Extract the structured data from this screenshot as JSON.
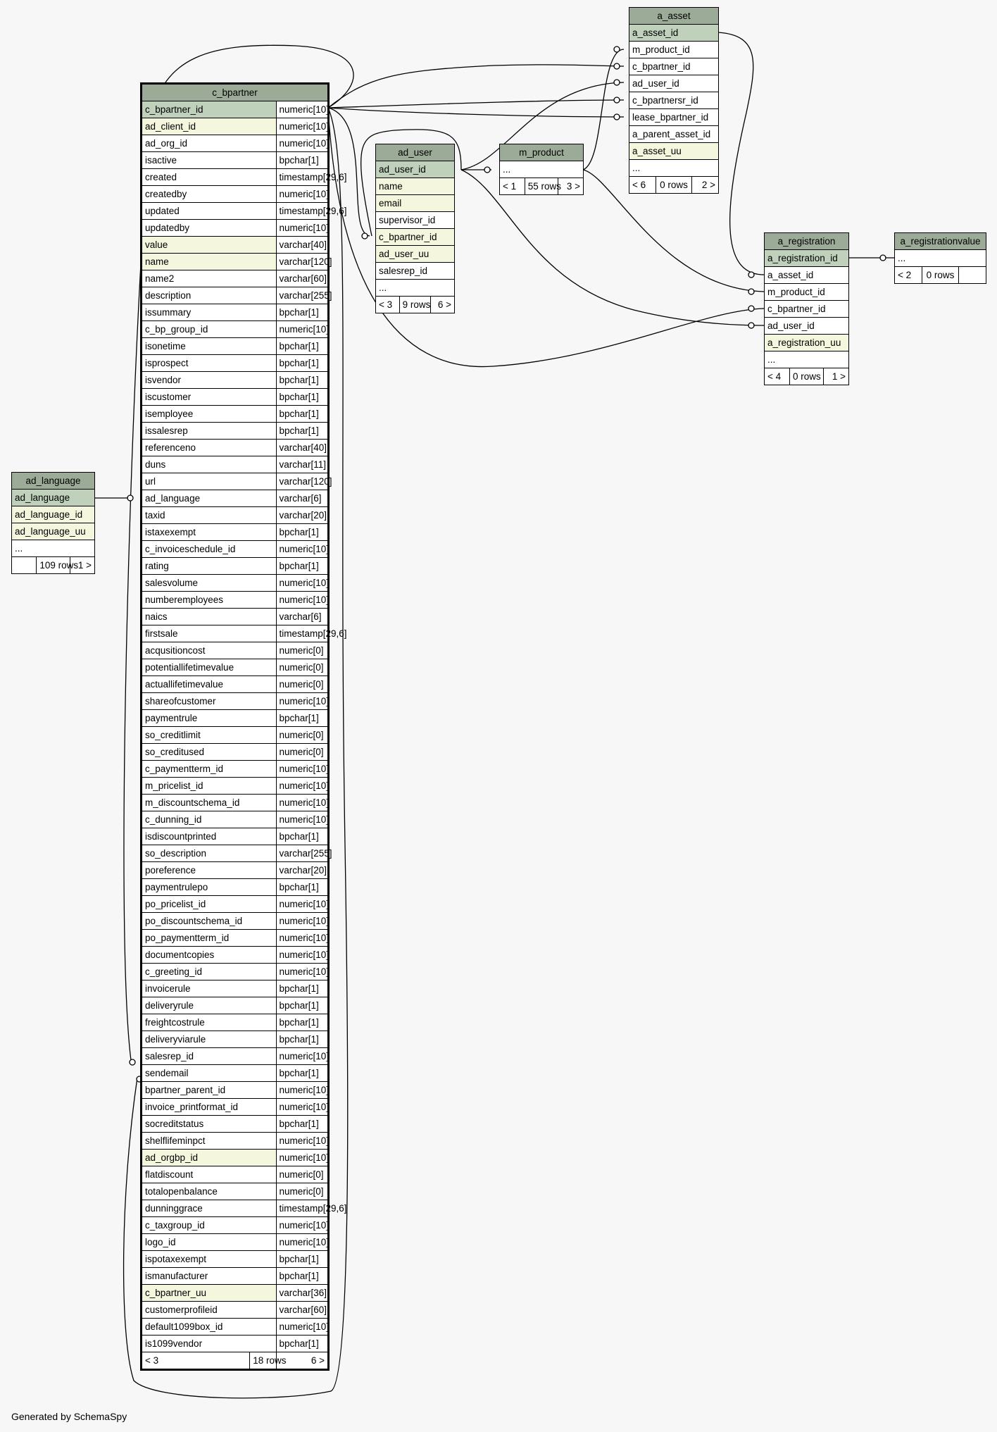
{
  "generator": "Generated by SchemaSpy",
  "tables": {
    "c_bpartner": {
      "name": "c_bpartner",
      "columns": [
        {
          "name": "c_bpartner_id",
          "type": "numeric[10]",
          "kind": "pk"
        },
        {
          "name": "ad_client_id",
          "type": "numeric[10]",
          "kind": "ix"
        },
        {
          "name": "ad_org_id",
          "type": "numeric[10]",
          "kind": ""
        },
        {
          "name": "isactive",
          "type": "bpchar[1]",
          "kind": ""
        },
        {
          "name": "created",
          "type": "timestamp[29,6]",
          "kind": ""
        },
        {
          "name": "createdby",
          "type": "numeric[10]",
          "kind": ""
        },
        {
          "name": "updated",
          "type": "timestamp[29,6]",
          "kind": ""
        },
        {
          "name": "updatedby",
          "type": "numeric[10]",
          "kind": ""
        },
        {
          "name": "value",
          "type": "varchar[40]",
          "kind": "ix"
        },
        {
          "name": "name",
          "type": "varchar[120]",
          "kind": "ix"
        },
        {
          "name": "name2",
          "type": "varchar[60]",
          "kind": ""
        },
        {
          "name": "description",
          "type": "varchar[255]",
          "kind": ""
        },
        {
          "name": "issummary",
          "type": "bpchar[1]",
          "kind": ""
        },
        {
          "name": "c_bp_group_id",
          "type": "numeric[10]",
          "kind": ""
        },
        {
          "name": "isonetime",
          "type": "bpchar[1]",
          "kind": ""
        },
        {
          "name": "isprospect",
          "type": "bpchar[1]",
          "kind": ""
        },
        {
          "name": "isvendor",
          "type": "bpchar[1]",
          "kind": ""
        },
        {
          "name": "iscustomer",
          "type": "bpchar[1]",
          "kind": ""
        },
        {
          "name": "isemployee",
          "type": "bpchar[1]",
          "kind": ""
        },
        {
          "name": "issalesrep",
          "type": "bpchar[1]",
          "kind": ""
        },
        {
          "name": "referenceno",
          "type": "varchar[40]",
          "kind": ""
        },
        {
          "name": "duns",
          "type": "varchar[11]",
          "kind": ""
        },
        {
          "name": "url",
          "type": "varchar[120]",
          "kind": ""
        },
        {
          "name": "ad_language",
          "type": "varchar[6]",
          "kind": ""
        },
        {
          "name": "taxid",
          "type": "varchar[20]",
          "kind": ""
        },
        {
          "name": "istaxexempt",
          "type": "bpchar[1]",
          "kind": ""
        },
        {
          "name": "c_invoiceschedule_id",
          "type": "numeric[10]",
          "kind": ""
        },
        {
          "name": "rating",
          "type": "bpchar[1]",
          "kind": ""
        },
        {
          "name": "salesvolume",
          "type": "numeric[10]",
          "kind": ""
        },
        {
          "name": "numberemployees",
          "type": "numeric[10]",
          "kind": ""
        },
        {
          "name": "naics",
          "type": "varchar[6]",
          "kind": ""
        },
        {
          "name": "firstsale",
          "type": "timestamp[29,6]",
          "kind": ""
        },
        {
          "name": "acqusitioncost",
          "type": "numeric[0]",
          "kind": ""
        },
        {
          "name": "potentiallifetimevalue",
          "type": "numeric[0]",
          "kind": ""
        },
        {
          "name": "actuallifetimevalue",
          "type": "numeric[0]",
          "kind": ""
        },
        {
          "name": "shareofcustomer",
          "type": "numeric[10]",
          "kind": ""
        },
        {
          "name": "paymentrule",
          "type": "bpchar[1]",
          "kind": ""
        },
        {
          "name": "so_creditlimit",
          "type": "numeric[0]",
          "kind": ""
        },
        {
          "name": "so_creditused",
          "type": "numeric[0]",
          "kind": ""
        },
        {
          "name": "c_paymentterm_id",
          "type": "numeric[10]",
          "kind": ""
        },
        {
          "name": "m_pricelist_id",
          "type": "numeric[10]",
          "kind": ""
        },
        {
          "name": "m_discountschema_id",
          "type": "numeric[10]",
          "kind": ""
        },
        {
          "name": "c_dunning_id",
          "type": "numeric[10]",
          "kind": ""
        },
        {
          "name": "isdiscountprinted",
          "type": "bpchar[1]",
          "kind": ""
        },
        {
          "name": "so_description",
          "type": "varchar[255]",
          "kind": ""
        },
        {
          "name": "poreference",
          "type": "varchar[20]",
          "kind": ""
        },
        {
          "name": "paymentrulepo",
          "type": "bpchar[1]",
          "kind": ""
        },
        {
          "name": "po_pricelist_id",
          "type": "numeric[10]",
          "kind": ""
        },
        {
          "name": "po_discountschema_id",
          "type": "numeric[10]",
          "kind": ""
        },
        {
          "name": "po_paymentterm_id",
          "type": "numeric[10]",
          "kind": ""
        },
        {
          "name": "documentcopies",
          "type": "numeric[10]",
          "kind": ""
        },
        {
          "name": "c_greeting_id",
          "type": "numeric[10]",
          "kind": ""
        },
        {
          "name": "invoicerule",
          "type": "bpchar[1]",
          "kind": ""
        },
        {
          "name": "deliveryrule",
          "type": "bpchar[1]",
          "kind": ""
        },
        {
          "name": "freightcostrule",
          "type": "bpchar[1]",
          "kind": ""
        },
        {
          "name": "deliveryviarule",
          "type": "bpchar[1]",
          "kind": ""
        },
        {
          "name": "salesrep_id",
          "type": "numeric[10]",
          "kind": ""
        },
        {
          "name": "sendemail",
          "type": "bpchar[1]",
          "kind": ""
        },
        {
          "name": "bpartner_parent_id",
          "type": "numeric[10]",
          "kind": ""
        },
        {
          "name": "invoice_printformat_id",
          "type": "numeric[10]",
          "kind": ""
        },
        {
          "name": "socreditstatus",
          "type": "bpchar[1]",
          "kind": ""
        },
        {
          "name": "shelflifeminpct",
          "type": "numeric[10]",
          "kind": ""
        },
        {
          "name": "ad_orgbp_id",
          "type": "numeric[10]",
          "kind": "ix"
        },
        {
          "name": "flatdiscount",
          "type": "numeric[0]",
          "kind": ""
        },
        {
          "name": "totalopenbalance",
          "type": "numeric[0]",
          "kind": ""
        },
        {
          "name": "dunninggrace",
          "type": "timestamp[29,6]",
          "kind": ""
        },
        {
          "name": "c_taxgroup_id",
          "type": "numeric[10]",
          "kind": ""
        },
        {
          "name": "logo_id",
          "type": "numeric[10]",
          "kind": ""
        },
        {
          "name": "ispotaxexempt",
          "type": "bpchar[1]",
          "kind": ""
        },
        {
          "name": "ismanufacturer",
          "type": "bpchar[1]",
          "kind": ""
        },
        {
          "name": "c_bpartner_uu",
          "type": "varchar[36]",
          "kind": "ix"
        },
        {
          "name": "customerprofileid",
          "type": "varchar[60]",
          "kind": ""
        },
        {
          "name": "default1099box_id",
          "type": "numeric[10]",
          "kind": ""
        },
        {
          "name": "is1099vendor",
          "type": "bpchar[1]",
          "kind": ""
        }
      ],
      "footer": {
        "parents": "< 3",
        "rows": "18 rows",
        "children": "6 >"
      }
    },
    "ad_language": {
      "name": "ad_language",
      "columns": [
        {
          "name": "ad_language",
          "kind": "pk"
        },
        {
          "name": "ad_language_id",
          "kind": "ix"
        },
        {
          "name": "ad_language_uu",
          "kind": "ix"
        },
        {
          "name": "...",
          "kind": ""
        }
      ],
      "footer": {
        "parents": "",
        "rows": "109 rows",
        "children": "1 >"
      }
    },
    "ad_user": {
      "name": "ad_user",
      "columns": [
        {
          "name": "ad_user_id",
          "kind": "pk"
        },
        {
          "name": "name",
          "kind": "ix"
        },
        {
          "name": "email",
          "kind": "ix"
        },
        {
          "name": "supervisor_id",
          "kind": ""
        },
        {
          "name": "c_bpartner_id",
          "kind": "ix"
        },
        {
          "name": "ad_user_uu",
          "kind": "ix"
        },
        {
          "name": "salesrep_id",
          "kind": ""
        },
        {
          "name": "...",
          "kind": ""
        }
      ],
      "footer": {
        "parents": "< 3",
        "rows": "9 rows",
        "children": "6 >"
      }
    },
    "m_product": {
      "name": "m_product",
      "columns": [
        {
          "name": "...",
          "kind": ""
        }
      ],
      "footer": {
        "parents": "< 1",
        "rows": "55 rows",
        "children": "3 >"
      }
    },
    "a_asset": {
      "name": "a_asset",
      "columns": [
        {
          "name": "a_asset_id",
          "kind": "pk"
        },
        {
          "name": "m_product_id",
          "kind": ""
        },
        {
          "name": "c_bpartner_id",
          "kind": ""
        },
        {
          "name": "ad_user_id",
          "kind": ""
        },
        {
          "name": "c_bpartnersr_id",
          "kind": ""
        },
        {
          "name": "lease_bpartner_id",
          "kind": ""
        },
        {
          "name": "a_parent_asset_id",
          "kind": ""
        },
        {
          "name": "a_asset_uu",
          "kind": "ix"
        },
        {
          "name": "...",
          "kind": ""
        }
      ],
      "footer": {
        "parents": "< 6",
        "rows": "0 rows",
        "children": "2 >"
      }
    },
    "a_registration": {
      "name": "a_registration",
      "columns": [
        {
          "name": "a_registration_id",
          "kind": "pk"
        },
        {
          "name": "a_asset_id",
          "kind": ""
        },
        {
          "name": "m_product_id",
          "kind": ""
        },
        {
          "name": "c_bpartner_id",
          "kind": ""
        },
        {
          "name": "ad_user_id",
          "kind": ""
        },
        {
          "name": "a_registration_uu",
          "kind": "ix"
        },
        {
          "name": "...",
          "kind": ""
        }
      ],
      "footer": {
        "parents": "< 4",
        "rows": "0 rows",
        "children": "1 >"
      }
    },
    "a_registrationvalue": {
      "name": "a_registrationvalue",
      "columns": [
        {
          "name": "...",
          "kind": ""
        }
      ],
      "footer": {
        "parents": "< 2",
        "rows": "0 rows",
        "children": ""
      }
    }
  }
}
